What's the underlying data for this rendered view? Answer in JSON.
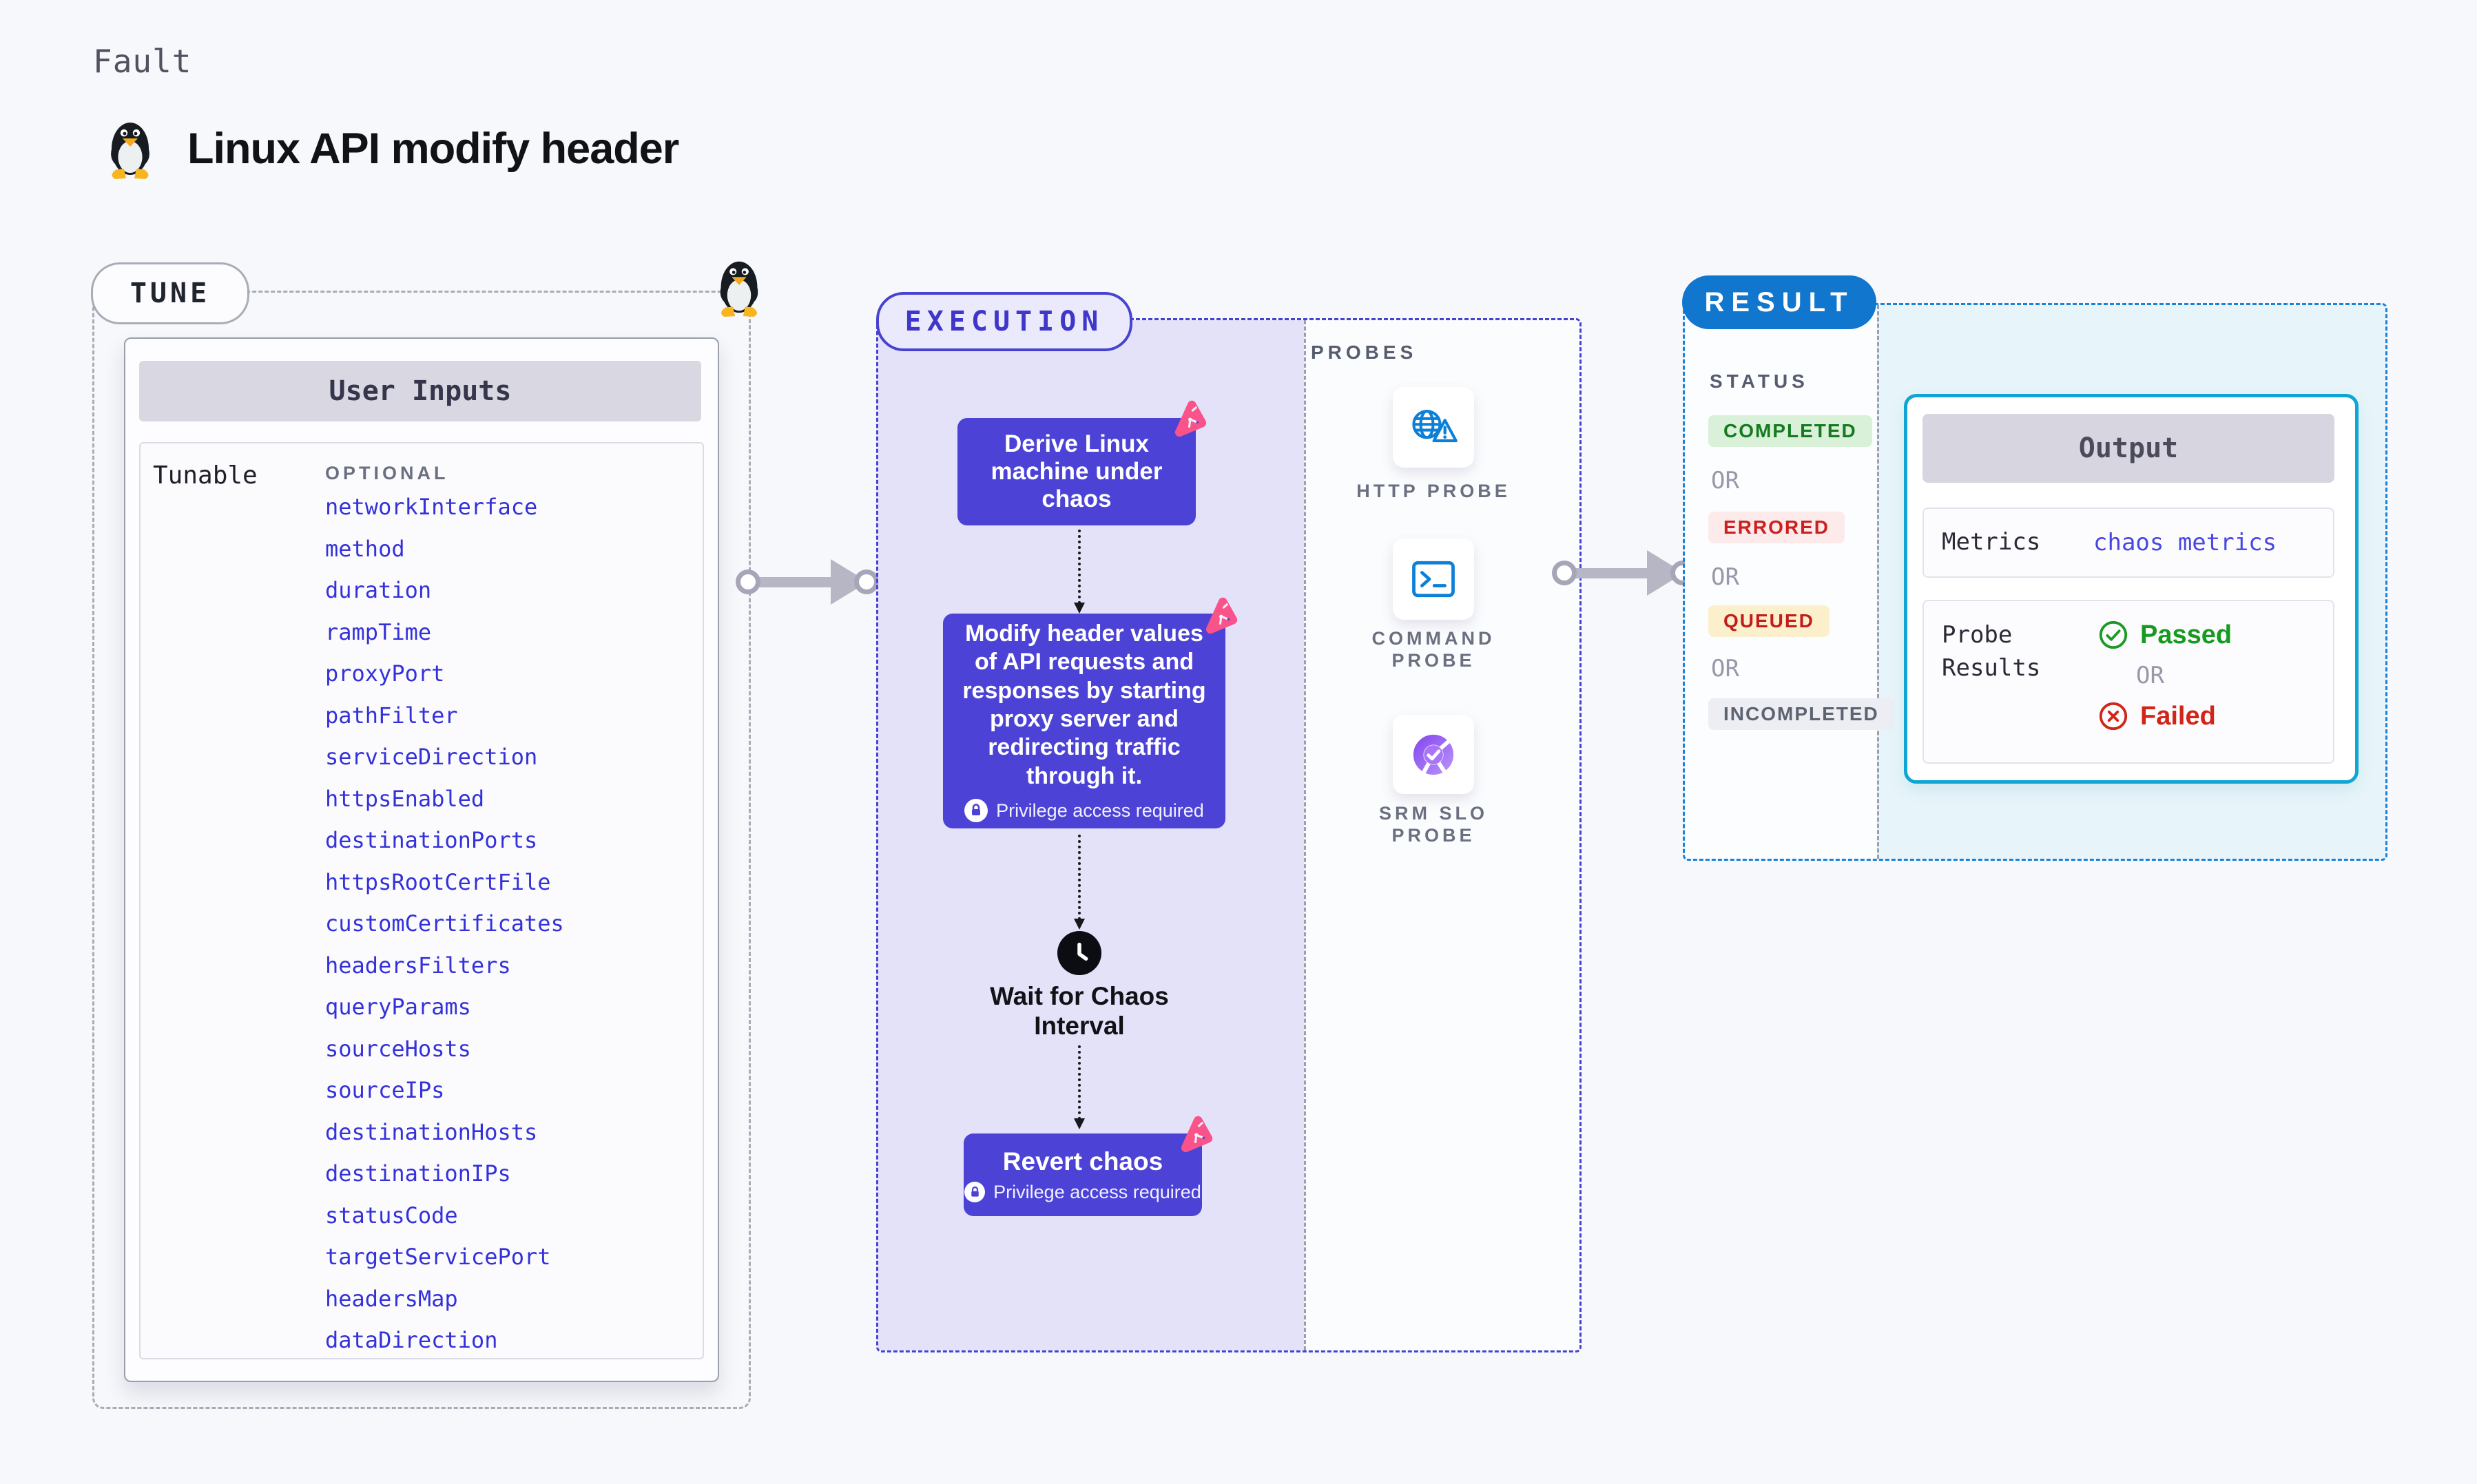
{
  "header": {
    "category": "Fault",
    "title": "Linux API modify header",
    "icon": "tux-penguin-icon"
  },
  "tune": {
    "badge": "TUNE",
    "table_header": "User Inputs",
    "row_label": "Tunable",
    "column_label": "OPTIONAL",
    "params": [
      "networkInterface",
      "method",
      "duration",
      "rampTime",
      "proxyPort",
      "pathFilter",
      "serviceDirection",
      "httpsEnabled",
      "destinationPorts",
      "httpsRootCertFile",
      "customCertificates",
      "headersFilters",
      "queryParams",
      "sourceHosts",
      "sourceIPs",
      "destinationHosts",
      "destinationIPs",
      "statusCode",
      "targetServicePort",
      "headersMap",
      "dataDirection"
    ]
  },
  "execution": {
    "badge": "EXECUTION",
    "step1": "Derive Linux machine under chaos",
    "step2": "Modify header values of API requests and responses by starting proxy server and redirecting traffic through it.",
    "step2_note": "Privilege access required",
    "step3": "Wait for Chaos Interval",
    "step4": "Revert chaos",
    "step4_note": "Privilege access required"
  },
  "probes": {
    "label": "PROBES",
    "items": [
      "HTTP PROBE",
      "COMMAND PROBE",
      "SRM SLO PROBE"
    ]
  },
  "result": {
    "badge": "RESULT",
    "status_label": "STATUS",
    "or": "OR",
    "statuses": [
      {
        "label": "COMPLETED",
        "fg": "#157a20",
        "bg": "#d9f0d9"
      },
      {
        "label": "ERRORED",
        "fg": "#cc2020",
        "bg": "#fcebea"
      },
      {
        "label": "QUEUED",
        "fg": "#c11d1d",
        "bg": "#fcf0cc"
      },
      {
        "label": "INCOMPLETED",
        "fg": "#5d6470",
        "bg": "#eceef4"
      }
    ],
    "output": {
      "header": "Output",
      "metrics_label": "Metrics",
      "metrics_value": "chaos metrics",
      "probe_label": "Probe Results",
      "passed": "Passed",
      "failed": "Failed"
    }
  },
  "colors": {
    "background": "#f7f8fb",
    "indigo_box": "#4c43d6",
    "lavender_fill": "#e3e2f9",
    "execution_border": "#4742cf",
    "tune_border": "#a7acb6",
    "result_border": "#1a82d8",
    "result_badge": "#1176cd",
    "output_border": "#0fa6d6",
    "output_area": "#e7f5fa",
    "param_link": "#3431d9",
    "chaos_pink": "#f9538a",
    "probe_icon_blue": "#0c7fd6",
    "slo_purple": "#9a63f3",
    "passed_green": "#169a1f",
    "failed_red": "#d32418"
  }
}
